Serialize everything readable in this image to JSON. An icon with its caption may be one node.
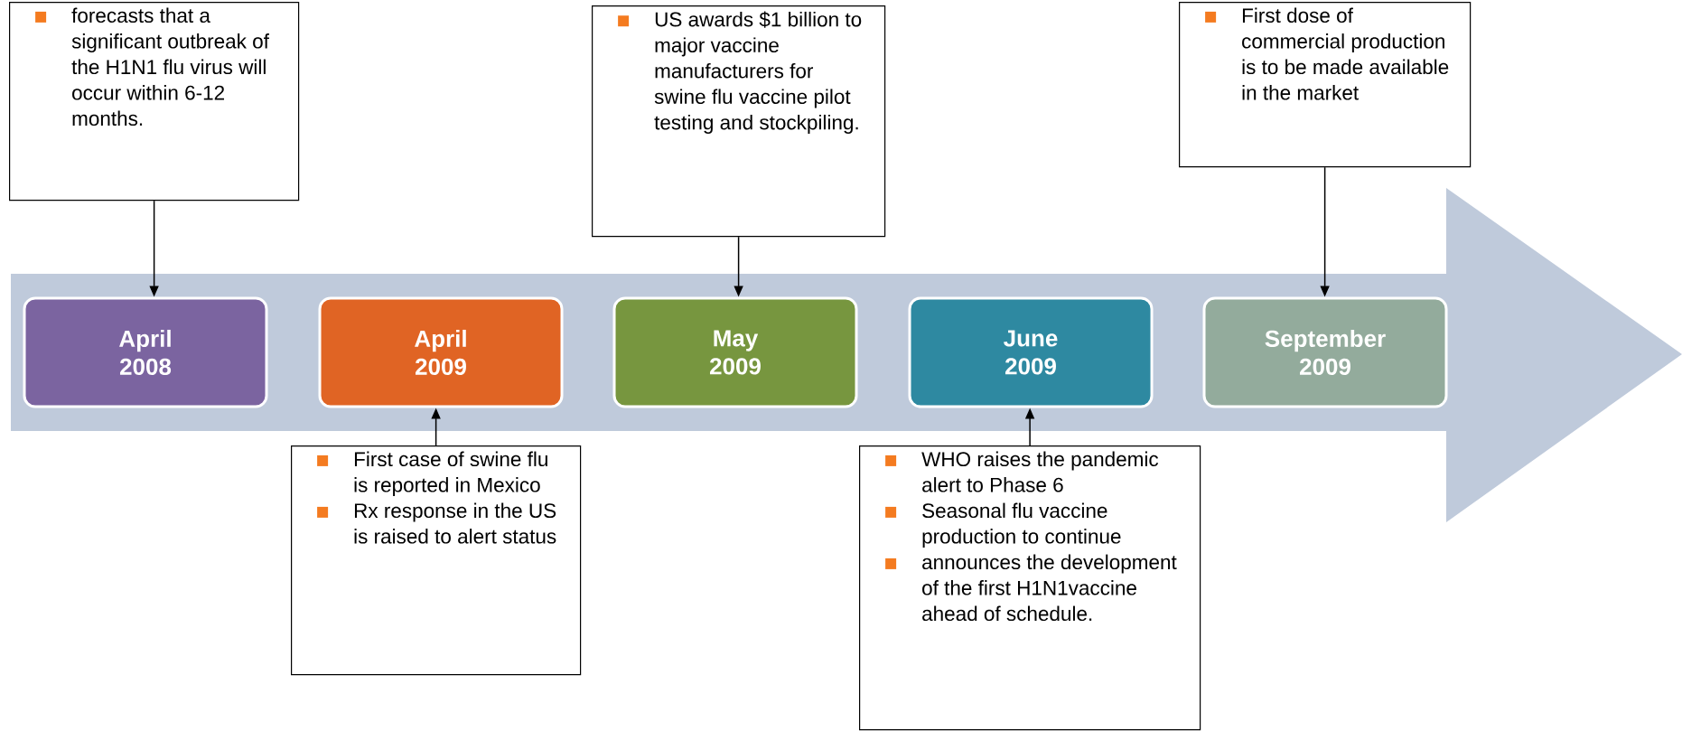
{
  "diagram": {
    "nodes": [
      {
        "text": [],
        "shape": "arrow"
      },
      {
        "text": [
          "April 2008"
        ],
        "in": 0
      },
      {
        "text": [
          "April 2009"
        ],
        "in": 0
      },
      {
        "text": [
          "May 2009"
        ],
        "in": 0
      },
      {
        "text": [
          "June 2009"
        ],
        "in": 0
      },
      {
        "text": [
          "September 2009"
        ],
        "in": 0
      },
      {
        "text": [
          "forecasts that a significant outbreak of the H1N1 flu virus will occur within 6-12 months."
        ]
      },
      {
        "text": [
          "US awards $1 billion to major vaccine manufacturers for swine flu vaccine pilot testing and stockpiling."
        ]
      },
      {
        "text": [
          "First dose of commercial production is to be made available in the market"
        ]
      },
      {
        "text": [
          "First case of swine flu is reported in Mexico",
          "Rx response in the US is raised to alert status"
        ]
      },
      {
        "text": [
          "WHO raises the pandemic alert to Phase 6",
          "Seasonal flu vaccine production to continue",
          "announces the development of the first H1N1vaccine ahead of schedule."
        ]
      }
    ],
    "edges": [
      {
        "from": 6,
        "to": 1,
        "arrow": "to"
      },
      {
        "from": 7,
        "to": 3,
        "arrow": "to"
      },
      {
        "from": 8,
        "to": 5,
        "arrow": "to"
      },
      {
        "from": 9,
        "to": 2,
        "arrow": "to"
      },
      {
        "from": 10,
        "to": 4,
        "arrow": "to"
      }
    ]
  }
}
